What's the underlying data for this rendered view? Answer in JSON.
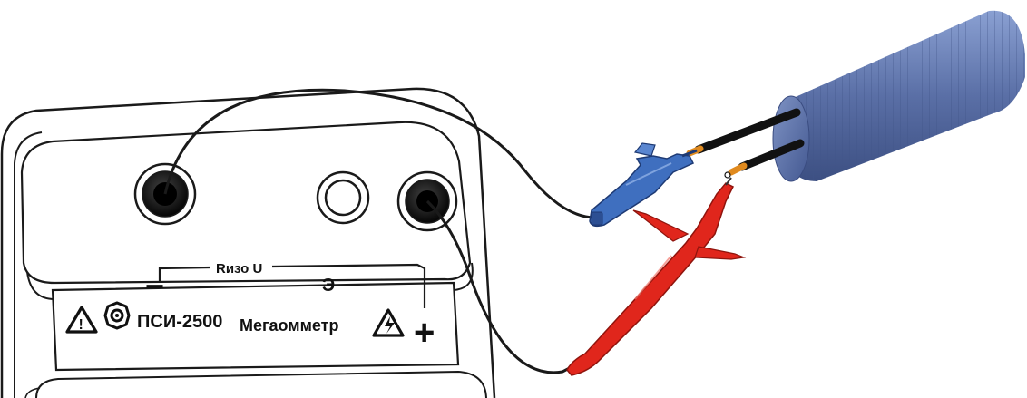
{
  "panel": {
    "label_minus": "−",
    "label_riso_u": "Rизо U",
    "label_e": "Э",
    "label_plus": "+",
    "model": "ПСИ-2500",
    "device_type": "Мегаомметр",
    "warning_glyph": "!"
  },
  "icons": [
    "warning-triangle-icon",
    "certification-mark-icon",
    "warning-triangle-icon"
  ],
  "colors": {
    "device_outline": "#1a1a1a",
    "cable_body": "#5a6fa6",
    "clip_blue": "#3f6fbf",
    "probe_red": "#e0261c",
    "wire": "#1a1a1a",
    "conductor_tip": "#e08a1e"
  }
}
